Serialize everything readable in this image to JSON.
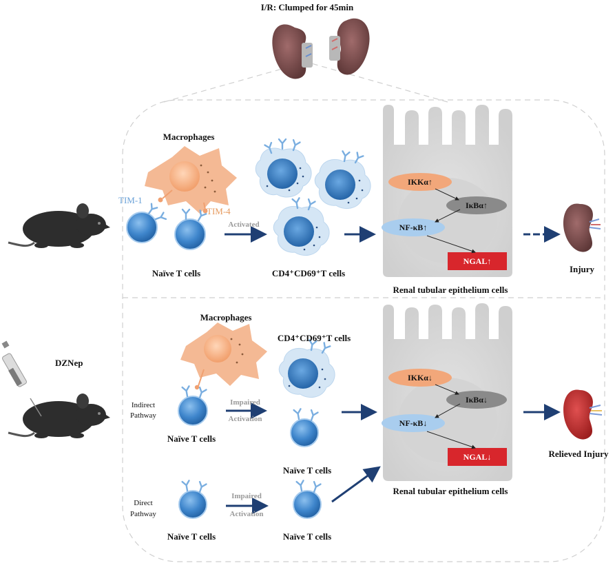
{
  "title": "I/R: Clumped for 45min",
  "top_section": {
    "macrophages_label": "Macrophages",
    "tim1_label": "TIM-1",
    "tim4_label": "TIM-4",
    "activated_label": "Activated",
    "naive_label": "Naïve T cells",
    "cd4_label": "CD4⁺CD69⁺T cells",
    "ikka": "IKKα↑",
    "ikba": "IκBα↑",
    "nfkb": "NF-κB↑",
    "ngal": "NGAL↑",
    "renal_label": "Renal tubular epithelium cells",
    "outcome": "Injury"
  },
  "bottom_section": {
    "drug_label": "DZNep",
    "macrophages_label": "Macrophages",
    "cd4_label": "CD4⁺CD69⁺T cells",
    "indirect_label_1": "Indirect",
    "indirect_label_2": "Pathway",
    "direct_label_1": "Direct",
    "direct_label_2": "Pathway",
    "impaired_1": "Impaired",
    "activation_1": "Activation",
    "impaired_2": "Impaired",
    "activation_2": "Activation",
    "naive_indirect": "Naïve T cells",
    "naive_mid": "Naïve T cells",
    "naive_direct": "Naïve T cells",
    "naive_direct_out": "Naïve T cells",
    "ikka": "IKKα↓",
    "ikba": "IκBα↓",
    "nfkb": "NF-κB↓",
    "ngal": "NGAL↓",
    "renal_label": "Renal tubular epithelium cells",
    "outcome": "Relieved Injury"
  },
  "colors": {
    "tcell": "#3f86cc",
    "receptor": "#7aaee0",
    "macrophage": "#f4b994",
    "activated_cell": "#d5e6f5",
    "arrow": "#1f3f73",
    "ngal": "#d8262c",
    "ikka": "#f2a77a",
    "ikba": "#8a8a8a",
    "nfkb": "#a9cdee"
  }
}
